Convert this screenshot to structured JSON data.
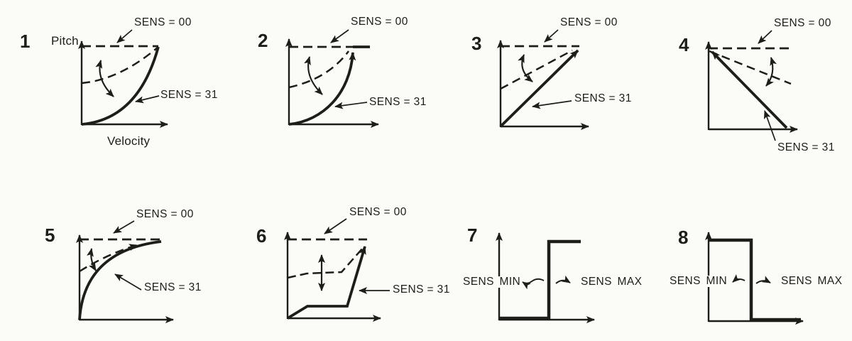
{
  "figure": {
    "ink_color": "#1d1d1b",
    "paper_color": "#fbfbf8"
  },
  "graphs": [
    {
      "number": "1",
      "y_axis": "Pitch",
      "x_axis": "Velocity",
      "sens00": "SENS = 00",
      "sens31": "SENS = 31",
      "curve_shape": "concave-up curve rising from origin to maximum"
    },
    {
      "number": "2",
      "sens00": "SENS = 00",
      "sens31": "SENS = 31",
      "curve_shape": "concave-up curve rising steeply and clipping flat at maximum"
    },
    {
      "number": "3",
      "sens00": "SENS = 00",
      "sens31": "SENS = 31",
      "curve_shape": "straight linear rise from origin to maximum"
    },
    {
      "number": "4",
      "sens00": "SENS = 00",
      "sens31": "SENS = 31",
      "curve_shape": "straight linear fall from maximum at left to zero at right"
    },
    {
      "number": "5",
      "sens00": "SENS = 00",
      "sens31": "SENS = 31",
      "curve_shape": "concave-down curve rising steeply then saturating at maximum"
    },
    {
      "number": "6",
      "sens00": "SENS = 00",
      "sens31": "SENS = 31",
      "curve_shape": "low plateau then very steep rise to maximum near full velocity"
    },
    {
      "number": "7",
      "sens_min": "SENS MIN",
      "sens_max": "SENS MAX",
      "curve_shape": "step up: low level, vertical jump at mid velocity, high level"
    },
    {
      "number": "8",
      "sens_min": "SENS MIN",
      "sens_max": "SENS MAX",
      "curve_shape": "step down: high level, vertical drop at mid velocity, low level"
    }
  ]
}
